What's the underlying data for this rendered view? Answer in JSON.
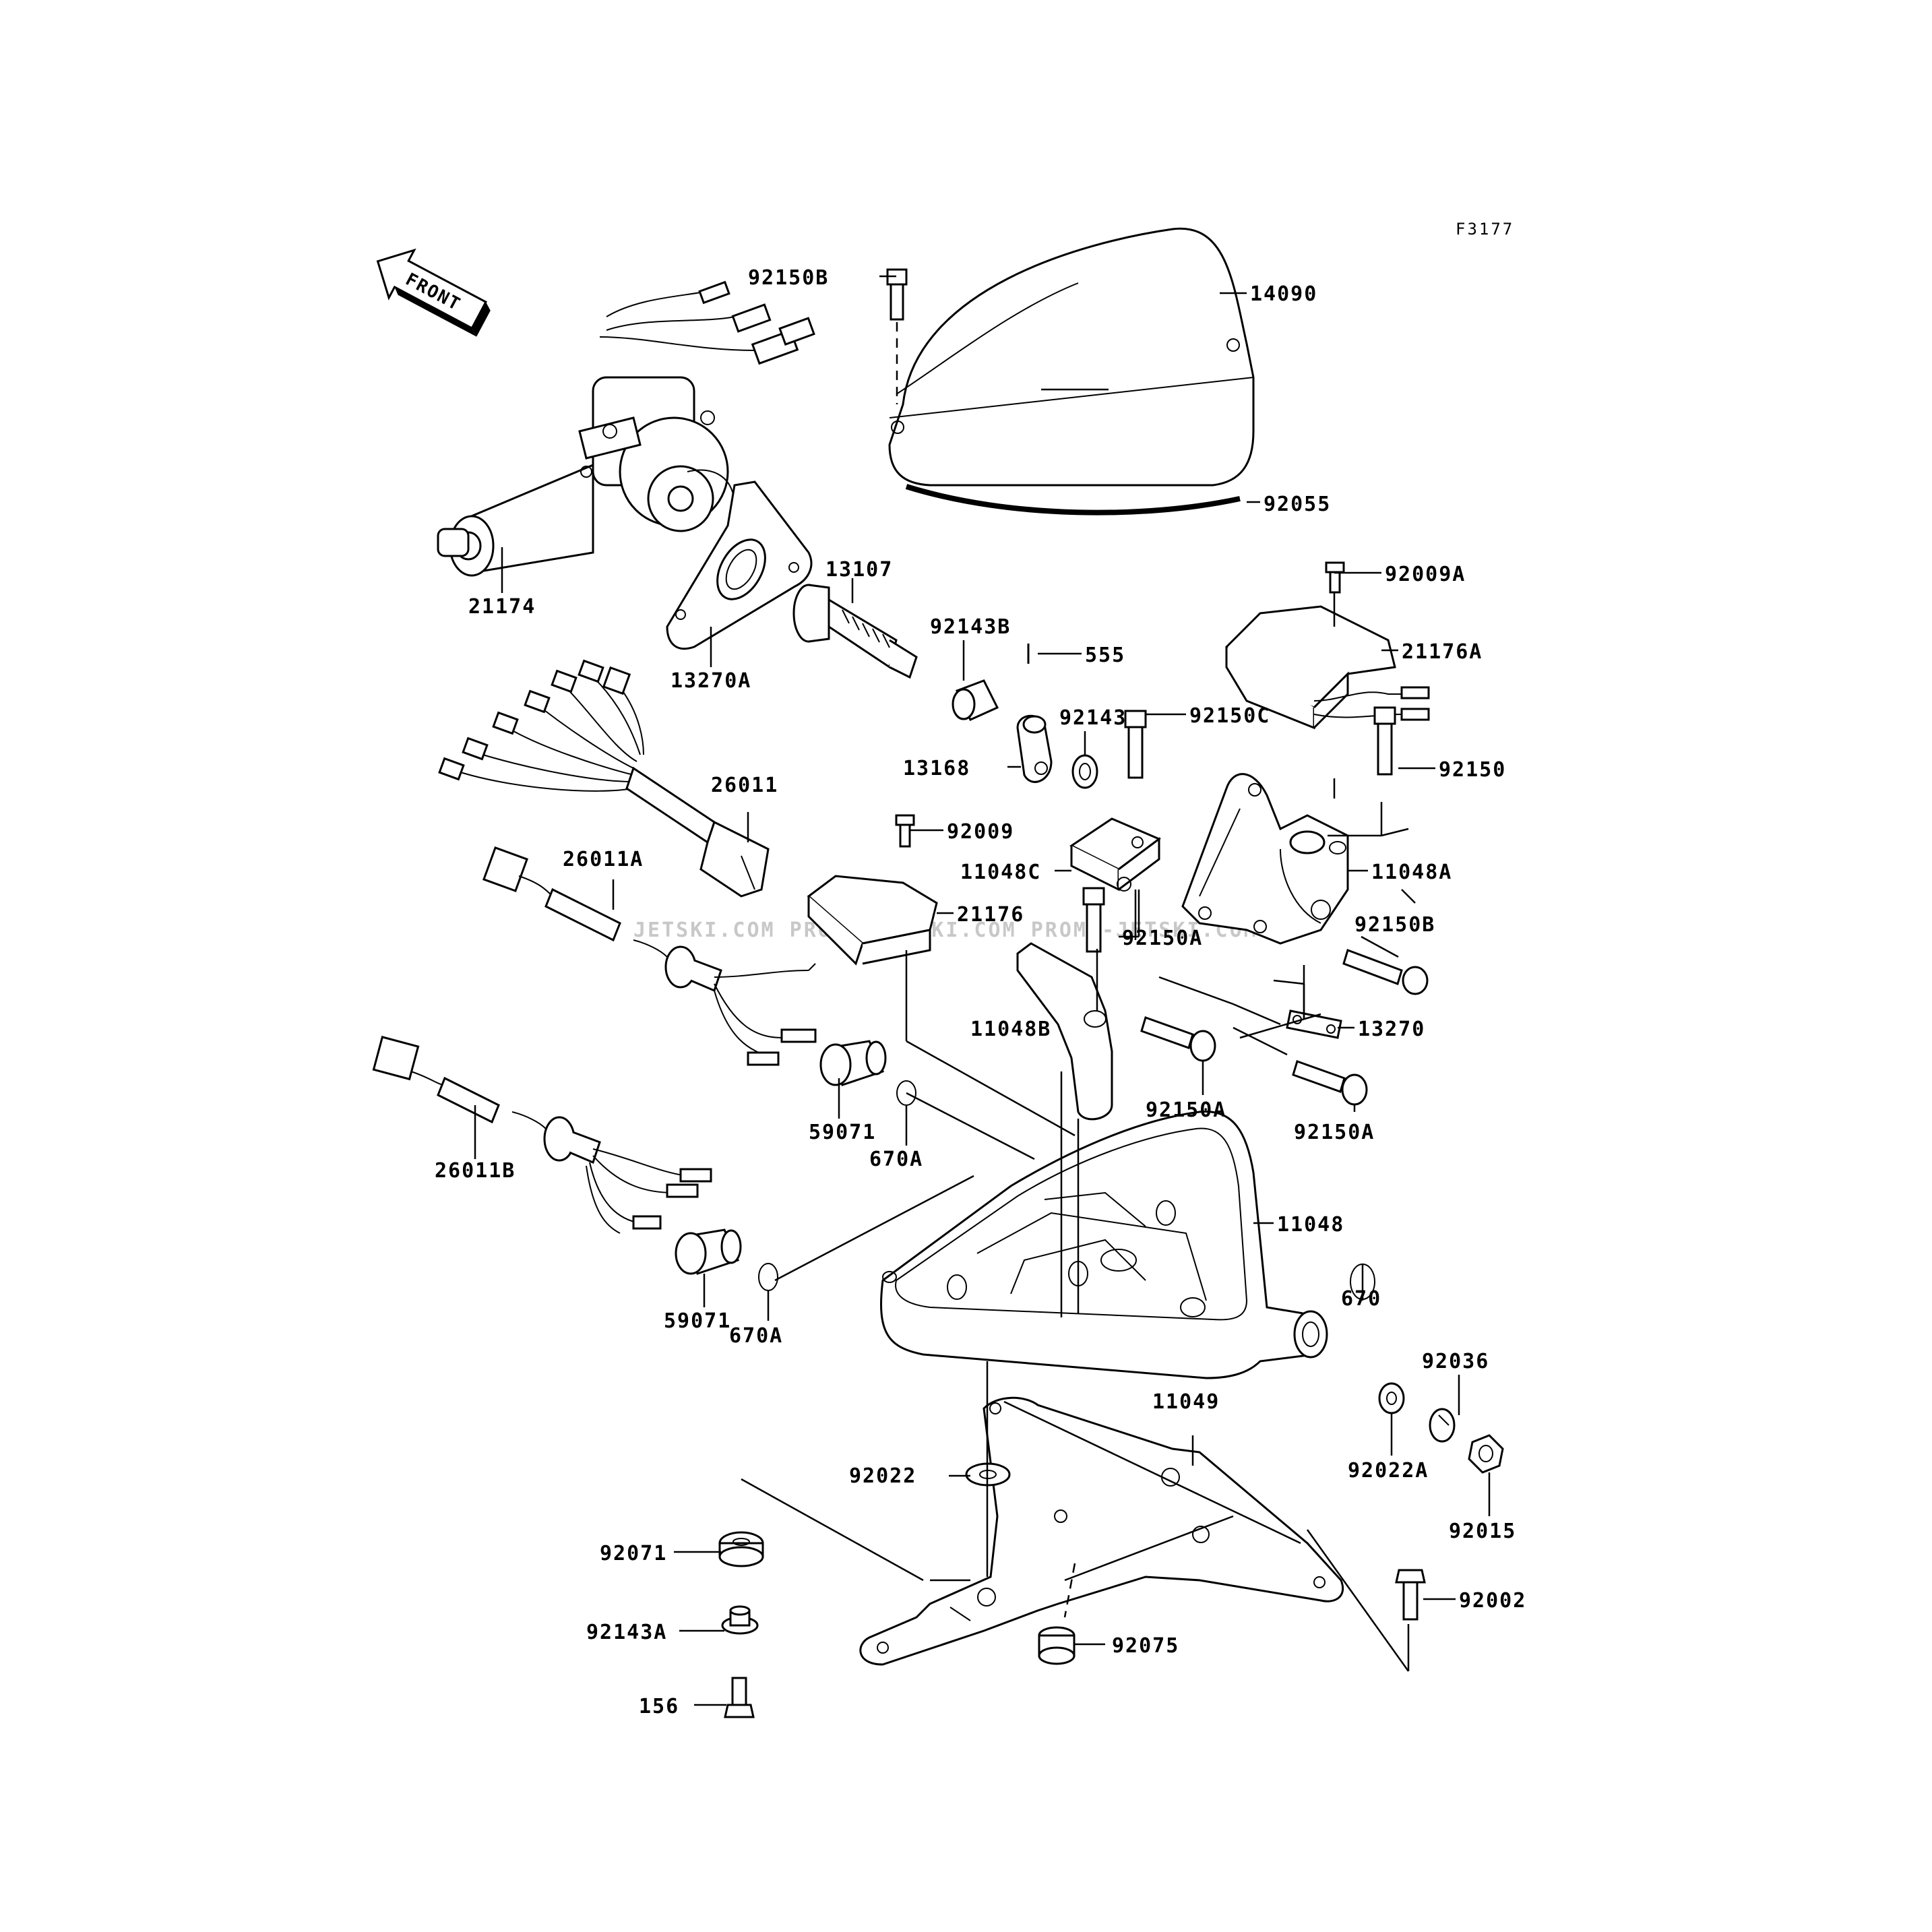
{
  "figure_code": "F3177",
  "front_label": "FRONT",
  "watermark": "JETSKI.COM  PROMO-JETSKI.COM  PROMO-JETSKI.COM",
  "callouts": {
    "p92150B_top": "92150B",
    "p14090": "14090",
    "p92055": "92055",
    "p21174": "21174",
    "p13107": "13107",
    "p13270A": "13270A",
    "p92143B": "92143B",
    "p555": "555",
    "p92009A": "92009A",
    "p21176A": "21176A",
    "p92143": "92143",
    "p13168": "13168",
    "p92150C": "92150C",
    "p92150": "92150",
    "p26011": "26011",
    "p92009": "92009",
    "p11048C": "11048C",
    "p11048A": "11048A",
    "p26011A": "26011A",
    "p21176": "21176",
    "p92150A_1": "92150A",
    "p92150B_2": "92150B",
    "p11048B": "11048B",
    "p13270": "13270",
    "p59071_1": "59071",
    "p670A_1": "670A",
    "p92150A_2": "92150A",
    "p92150A_3": "92150A",
    "p26011B": "26011B",
    "p11048": "11048",
    "p59071_2": "59071",
    "p670A_2": "670A",
    "p670": "670",
    "p92036": "92036",
    "p11049": "11049",
    "p92022": "92022",
    "p92022A": "92022A",
    "p92015": "92015",
    "p92071": "92071",
    "p92002": "92002",
    "p92143A": "92143A",
    "p92075": "92075",
    "p156": "156"
  }
}
